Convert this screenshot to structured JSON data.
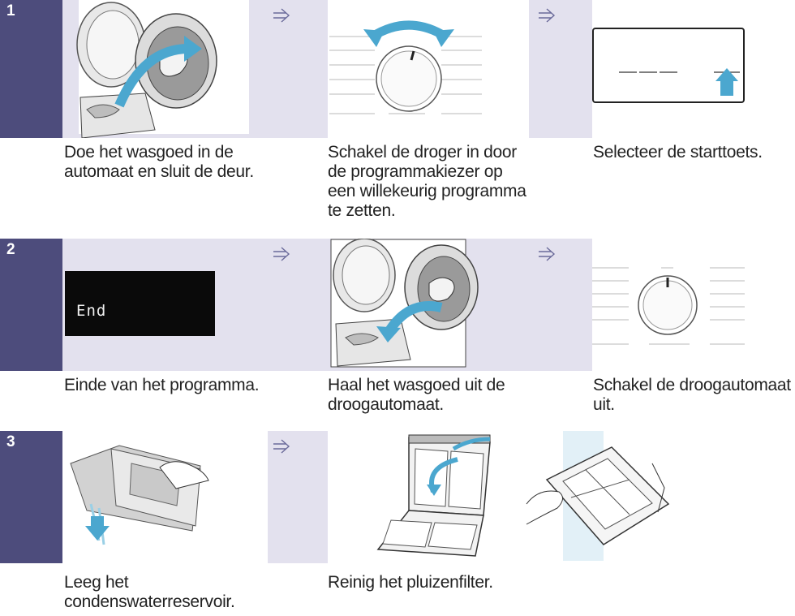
{
  "colors": {
    "band": "#e3e1ee",
    "step": "#4d4c7c",
    "accent_blue": "#4ba7cf",
    "line": "#222222"
  },
  "steps": [
    {
      "number": "1",
      "captions": [
        [
          "Doe het wasgoed in de",
          "automaat en sluit de deur."
        ],
        [
          "Schakel de droger in door",
          "de  programmakiezer op",
          "een willekeurig programma",
          "te zetten."
        ],
        [
          "Selecteer de starttoets."
        ]
      ]
    },
    {
      "number": "2",
      "display_text": "End",
      "captions": [
        [
          "Einde van het programma."
        ],
        [
          "Haal het wasgoed uit de",
          "droogautomaat."
        ],
        [
          "Schakel de droogautomaat",
          "uit."
        ]
      ]
    },
    {
      "number": "3",
      "captions": [
        [
          "Leeg het",
          "condenswaterreservoir."
        ],
        [
          "Reinig het pluizenfilter."
        ]
      ]
    }
  ],
  "icons": {
    "arrow": "next-step-arrow-icon",
    "washer_load": "washer-load-icon",
    "dial_turn": "dial-turn-icon",
    "start_button": "start-button-icon",
    "display_end": "display-end-icon",
    "washer_unload": "washer-unload-icon",
    "dial_off": "dial-off-icon",
    "empty_reservoir": "empty-reservoir-icon",
    "clean_filter": "clean-filter-icon"
  }
}
